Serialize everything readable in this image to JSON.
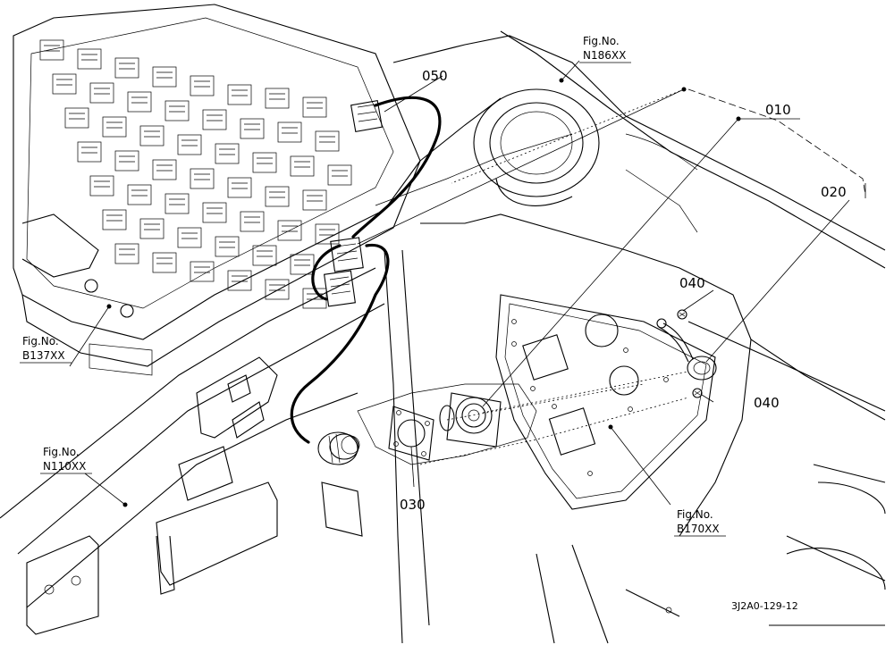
{
  "parts": {
    "p010": "010",
    "p020": "020",
    "p030": "030",
    "p040_top": "040",
    "p040_right": "040",
    "p050": "050"
  },
  "figure_refs": {
    "n186": {
      "label": "Fig.No.",
      "code": "N186XX"
    },
    "b137": {
      "label": "Fig.No.",
      "code": "B137XX"
    },
    "n110": {
      "label": "Fig.No.",
      "code": "N110XX"
    },
    "b170": {
      "label": "Fig.No.",
      "code": "B170XX"
    }
  },
  "drawing_number": "3J2A0-129-12"
}
